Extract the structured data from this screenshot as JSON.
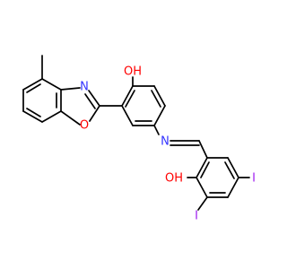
{
  "molecule": {
    "atoms": {
      "oh_top": "OH",
      "n_oxazole": "N",
      "o_oxazole": "O",
      "n_imine": "N",
      "oh_bottom": "OH",
      "i_right": "I",
      "i_bottom": "I"
    },
    "colors": {
      "bond": "#000000",
      "carbon_text": "#000000",
      "nitrogen": "#3333ff",
      "oxygen": "#ff0000",
      "iodine": "#a020f0",
      "background": "#ffffff"
    }
  }
}
